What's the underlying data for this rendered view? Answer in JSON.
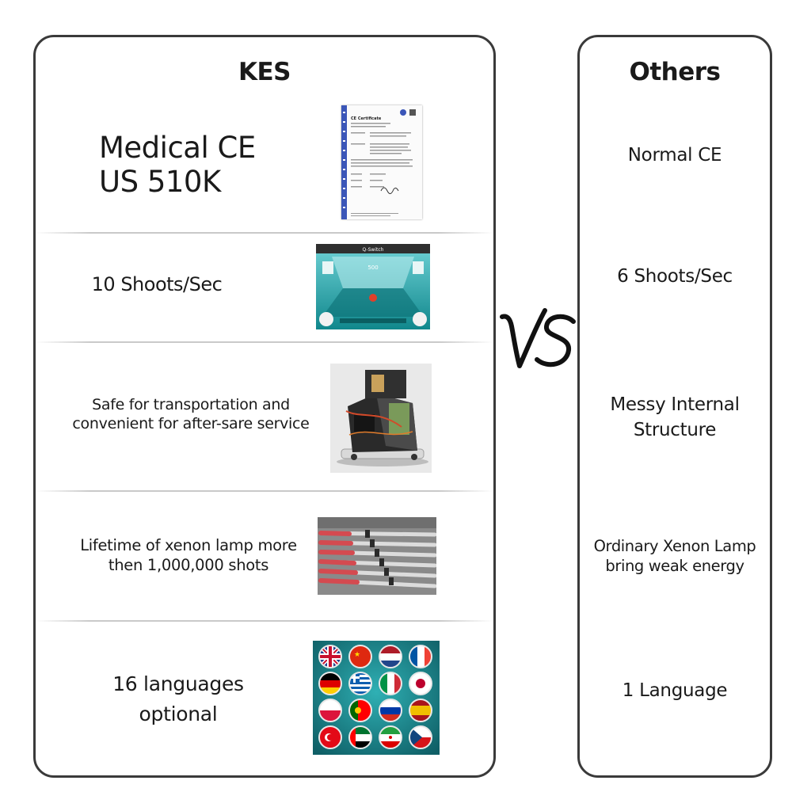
{
  "kes": {
    "header": "KES",
    "rows": [
      {
        "lines": [
          "Medical CE",
          "US 510K"
        ]
      },
      {
        "lines": [
          "10 Shoots/Sec"
        ]
      },
      {
        "lines": [
          "Safe for transportation and",
          "convenient for after-sare service"
        ]
      },
      {
        "lines": [
          "Lifetime of xenon lamp more",
          "then 1,000,000 shots"
        ]
      },
      {
        "lines": [
          "16 languages",
          "optional"
        ]
      }
    ],
    "images": {
      "certificate": {
        "title": "CE Certificate"
      },
      "screen": {
        "title": "Q-Switch",
        "readout": "500"
      }
    }
  },
  "others": {
    "header": "Others",
    "rows": [
      {
        "lines": [
          "Normal CE"
        ]
      },
      {
        "lines": [
          "6 Shoots/Sec"
        ]
      },
      {
        "lines": [
          "Messy Internal",
          "Structure"
        ]
      },
      {
        "lines": [
          "Ordinary Xenon Lamp",
          "bring weak energy"
        ]
      },
      {
        "lines": [
          "1  Language"
        ]
      }
    ]
  },
  "vs_label": "VS",
  "colors": {
    "border": "#3a3a3a",
    "screen_teal": "#1fa3a6",
    "flag_bg": "#1b7f86"
  },
  "flags": [
    "uk",
    "china",
    "netherlands",
    "france",
    "germany",
    "greece",
    "italy",
    "japan",
    "poland",
    "portugal",
    "russia",
    "spain",
    "turkey",
    "uae",
    "iran",
    "czech"
  ]
}
